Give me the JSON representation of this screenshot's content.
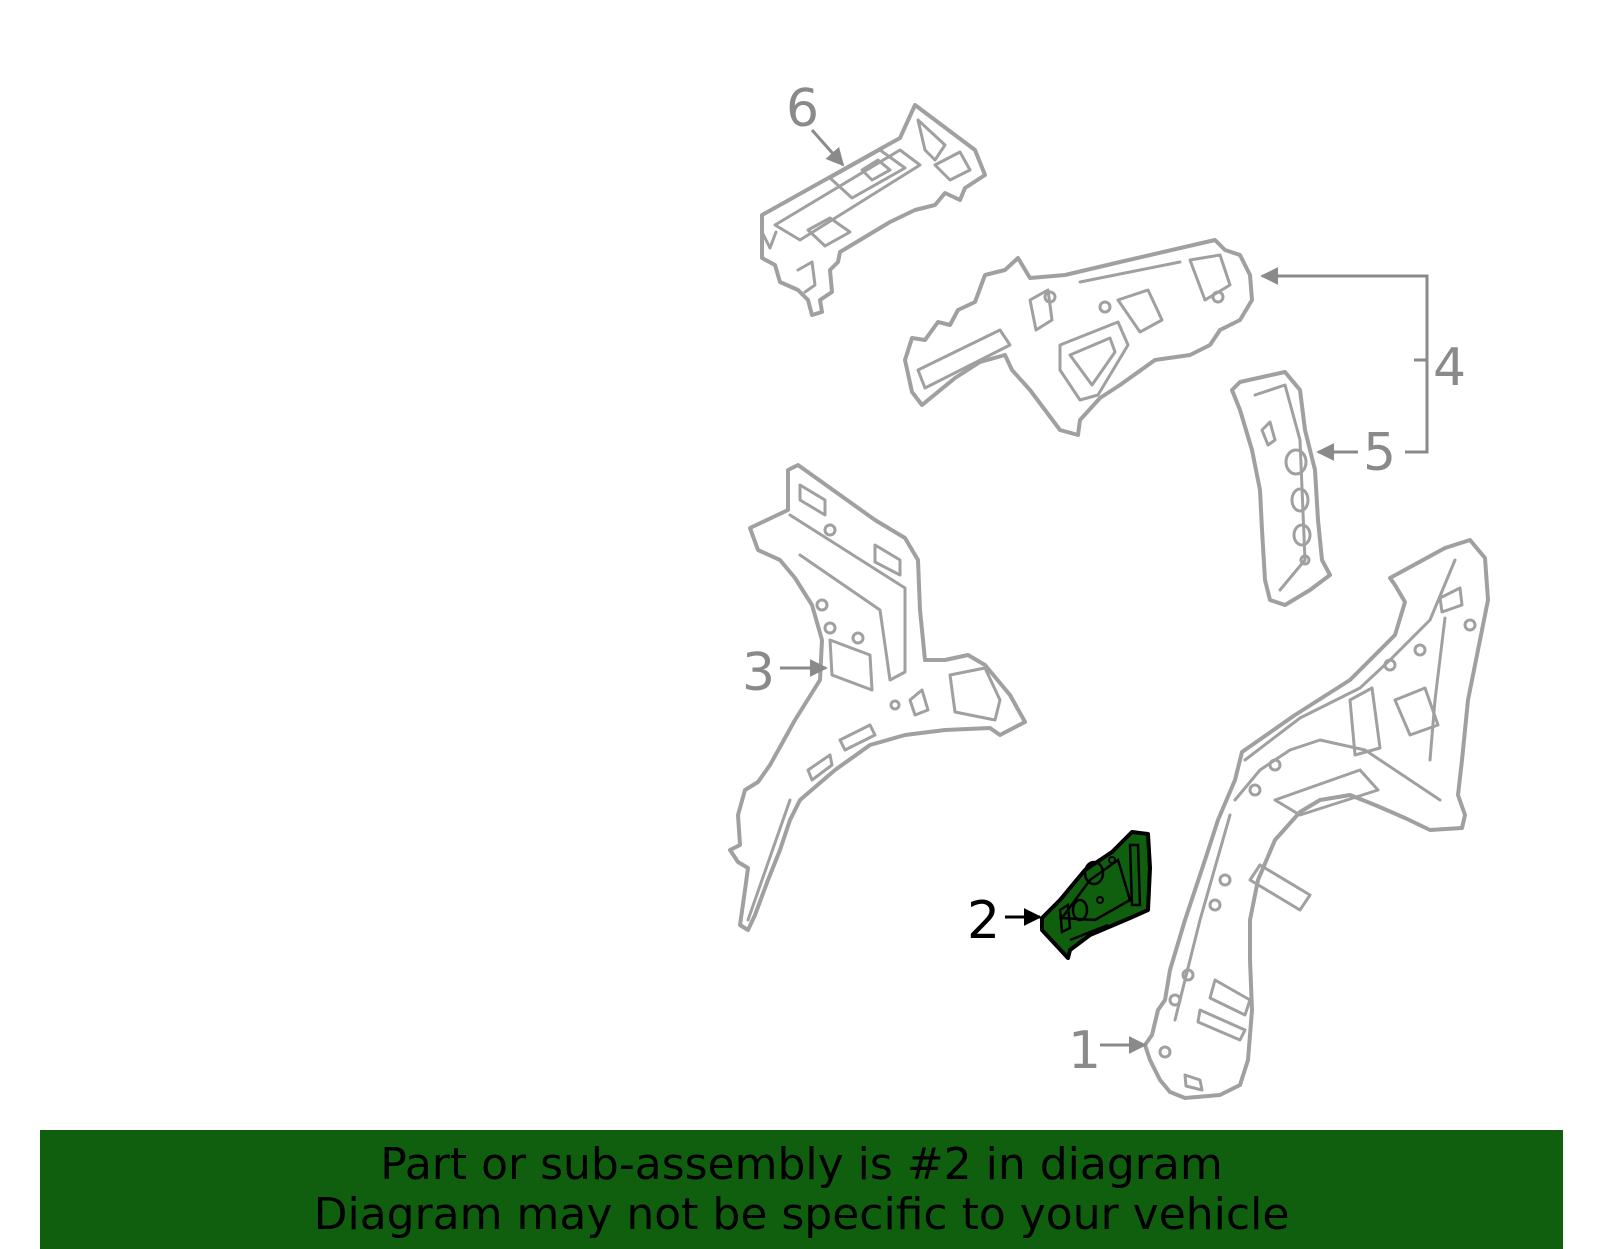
{
  "callouts": {
    "part_1": "1",
    "part_2": "2",
    "part_3": "3",
    "part_4": "4",
    "part_5": "5",
    "part_6": "6"
  },
  "banner": {
    "line1": "Part or sub-assembly is #2 in diagram",
    "line2": "Diagram may not be specific to your vehicle"
  },
  "colors": {
    "highlight": "#0f5f0f",
    "outline": "#a0a0a0",
    "highlight_outline": "#000000",
    "banner_bg": "#0f5f0f"
  }
}
